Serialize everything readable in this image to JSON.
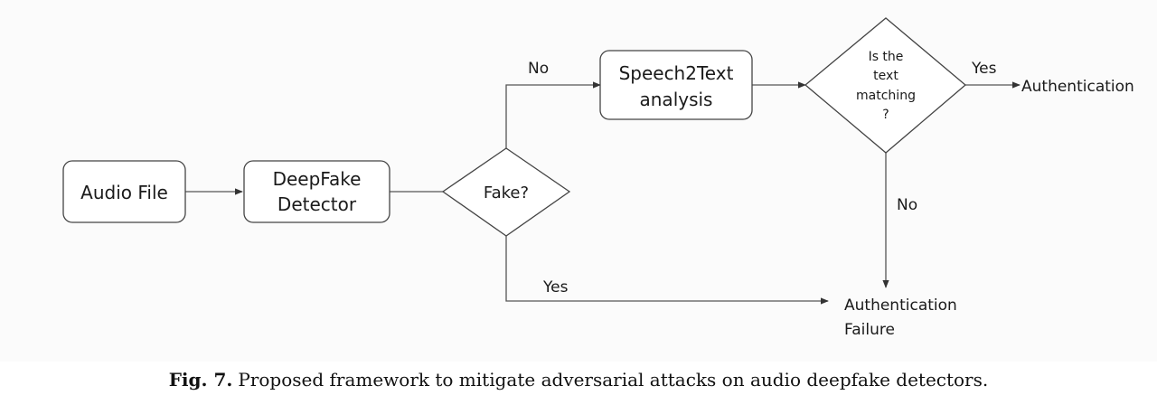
{
  "nodes": {
    "audio_file": "Audio File",
    "deepfake_detector": [
      "DeepFake",
      "Detector"
    ],
    "fake_decision": "Fake?",
    "speech2text": [
      "Speech2Text",
      "analysis"
    ],
    "text_match_decision": [
      "Is the",
      "text",
      "matching",
      "?"
    ],
    "authentication": "Authentication",
    "authentication_failure": [
      "Authentication",
      "Failure"
    ]
  },
  "edges": {
    "fake_no": "No",
    "fake_yes": "Yes",
    "match_yes": "Yes",
    "match_no": "No"
  },
  "caption": {
    "label": "Fig. 7.",
    "text": "Proposed framework to mitigate adversarial attacks on audio deepfake detectors."
  }
}
